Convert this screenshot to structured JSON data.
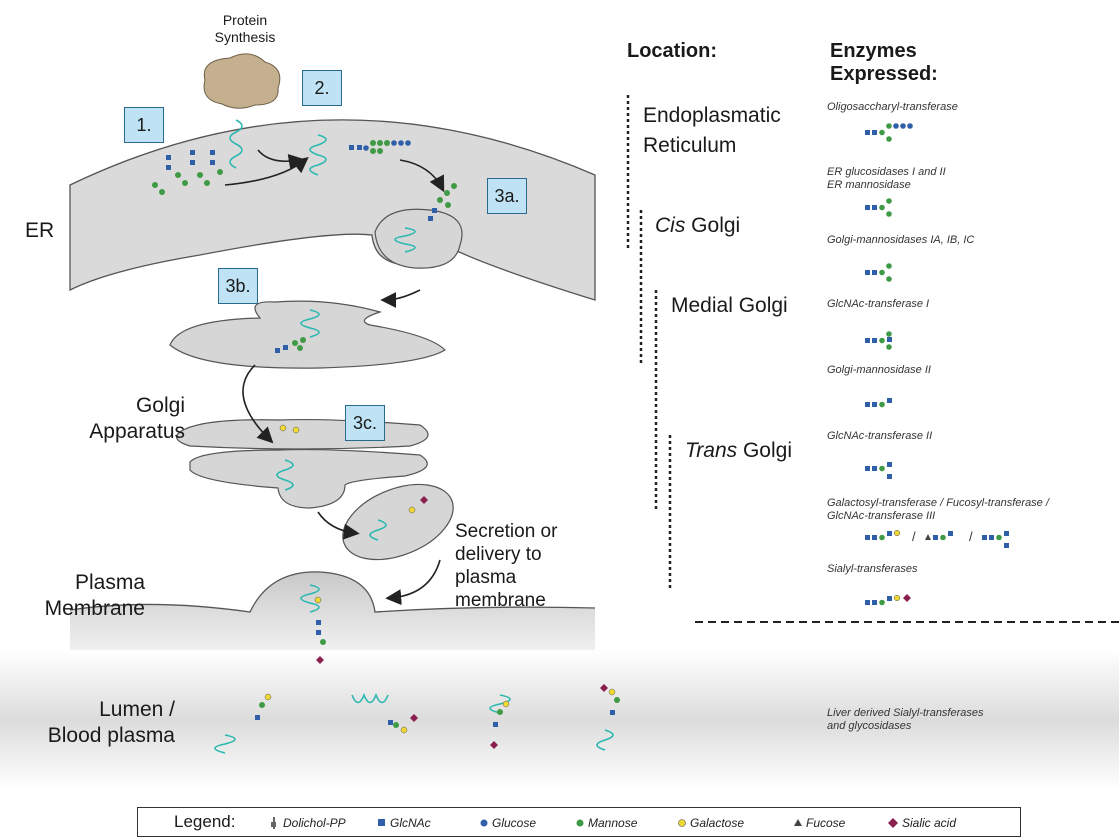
{
  "labels": {
    "protein_synthesis_1": "Protein",
    "protein_synthesis_2": "Synthesis",
    "er": "ER",
    "golgi_1": "Golgi",
    "golgi_2": "Apparatus",
    "plasma_1": "Plasma",
    "plasma_2": "Membrane",
    "lumen_1": "Lumen /",
    "lumen_2": "Blood plasma",
    "secretion_1": "Secretion or",
    "secretion_2": "delivery to",
    "secretion_3": "plasma",
    "secretion_4": "membrane"
  },
  "steps": [
    "1.",
    "2.",
    "3a.",
    "3b.",
    "3c."
  ],
  "headers": {
    "location": "Location:",
    "enzymes_1": "Enzymes",
    "enzymes_2": "Expressed:"
  },
  "locations": {
    "er_1": "Endoplasmatic",
    "er_2": "Reticulum",
    "cis_italic": "Cis",
    "cis_rest": " Golgi",
    "medial": "Medial Golgi",
    "trans_italic": "Trans",
    "trans_rest": " Golgi"
  },
  "enzymes": [
    "Oligosaccharyl-transferase",
    "ER glucosidases I and II",
    "ER mannosidase",
    "Golgi-mannosidases IA, IB, IC",
    "GlcNAc-transferase I",
    "Golgi-mannosidase II",
    "GlcNAc-transferase II",
    "Galactosyl-transferase / Fucosyl-transferase /",
    "GlcNAc-transferase III",
    "Sialyl-transferases",
    "Liver derived Sialyl-transferases",
    "and glycosidases"
  ],
  "separators": [
    "/",
    "/"
  ],
  "legend": {
    "title": "Legend:",
    "items": [
      {
        "label": "Dolichol-PP",
        "icon": "dolichol-icon",
        "color": "#666666"
      },
      {
        "label": "GlcNAc",
        "icon": "square-icon",
        "color": "#2f5fa8"
      },
      {
        "label": "Glucose",
        "icon": "circle-icon",
        "color": "#2f5fa8"
      },
      {
        "label": "Mannose",
        "icon": "circle-icon",
        "color": "#3f9a45"
      },
      {
        "label": "Galactose",
        "icon": "circle-icon",
        "color": "#f0d834"
      },
      {
        "label": "Fucose",
        "icon": "triangle-icon",
        "color": "#444444"
      },
      {
        "label": "Sialic acid",
        "icon": "diamond-icon",
        "color": "#8a2050"
      }
    ]
  },
  "colors": {
    "glcnac": "#2f5fa8",
    "glucose": "#2f5fa8",
    "mannose": "#3f9a45",
    "galactose": "#f0d834",
    "fucose": "#c23b6a",
    "sialic": "#8a2050",
    "protein": "#2ab8b0",
    "membrane": "#d4d4d4",
    "step_box": "#bfe3f5"
  }
}
